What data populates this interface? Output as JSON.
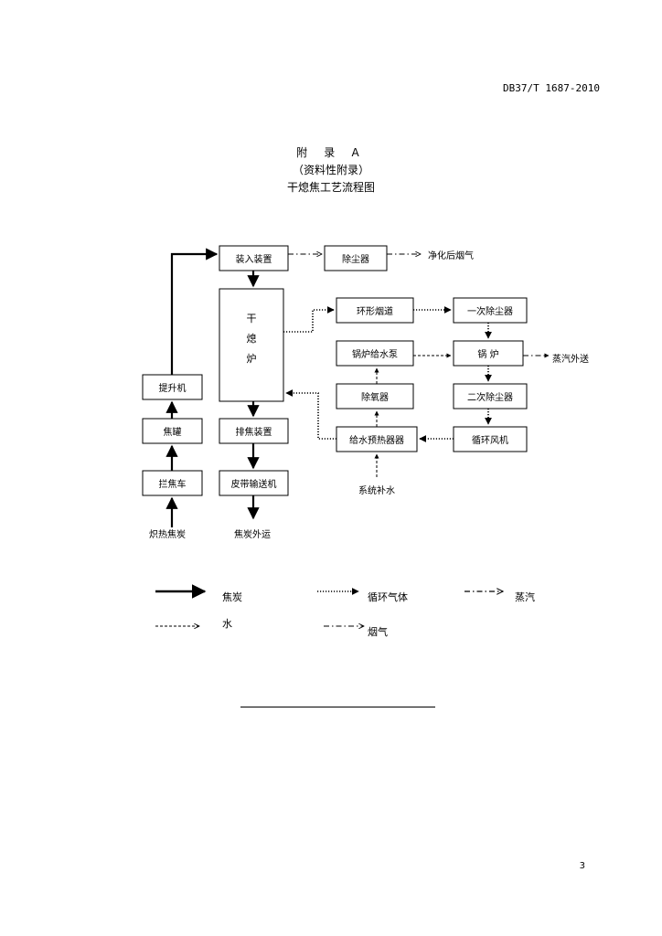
{
  "header": {
    "standard_code": "DB37/T 1687-2010"
  },
  "title": {
    "appendix": "附 录 A",
    "type": "（资料性附录）",
    "name": "干熄焦工艺流程图"
  },
  "diagram": {
    "boxes": {
      "charging": "装入装置",
      "dust_collector": "除尘器",
      "cdq_furnace": [
        "干",
        "熄",
        "炉"
      ],
      "annular_flue": "环形烟道",
      "primary_dust": "一次除尘器",
      "boiler_feed_pump": "锅炉给水泵",
      "boiler": "锅 炉",
      "hoist": "提升机",
      "deaerator": "除氧器",
      "secondary_dust": "二次除尘器",
      "coke_tank": "焦罐",
      "discharge": "排焦装置",
      "feedwater_preheater": "给水预热器器",
      "circulating_fan": "循环风机",
      "coke_car": "拦焦车",
      "belt_conveyor": "皮带输送机"
    },
    "labels": {
      "clean_gas": "净化后烟气",
      "steam_out": "蒸汽外送",
      "makeup_water": "系统补水",
      "hot_coke": "炽热焦炭",
      "coke_out": "焦炭外运"
    }
  },
  "legend": {
    "coke": "焦炭",
    "circulating_gas": "循环气体",
    "steam": "蒸汽",
    "water": "水",
    "flue_gas": "烟气"
  },
  "page_number": "3"
}
